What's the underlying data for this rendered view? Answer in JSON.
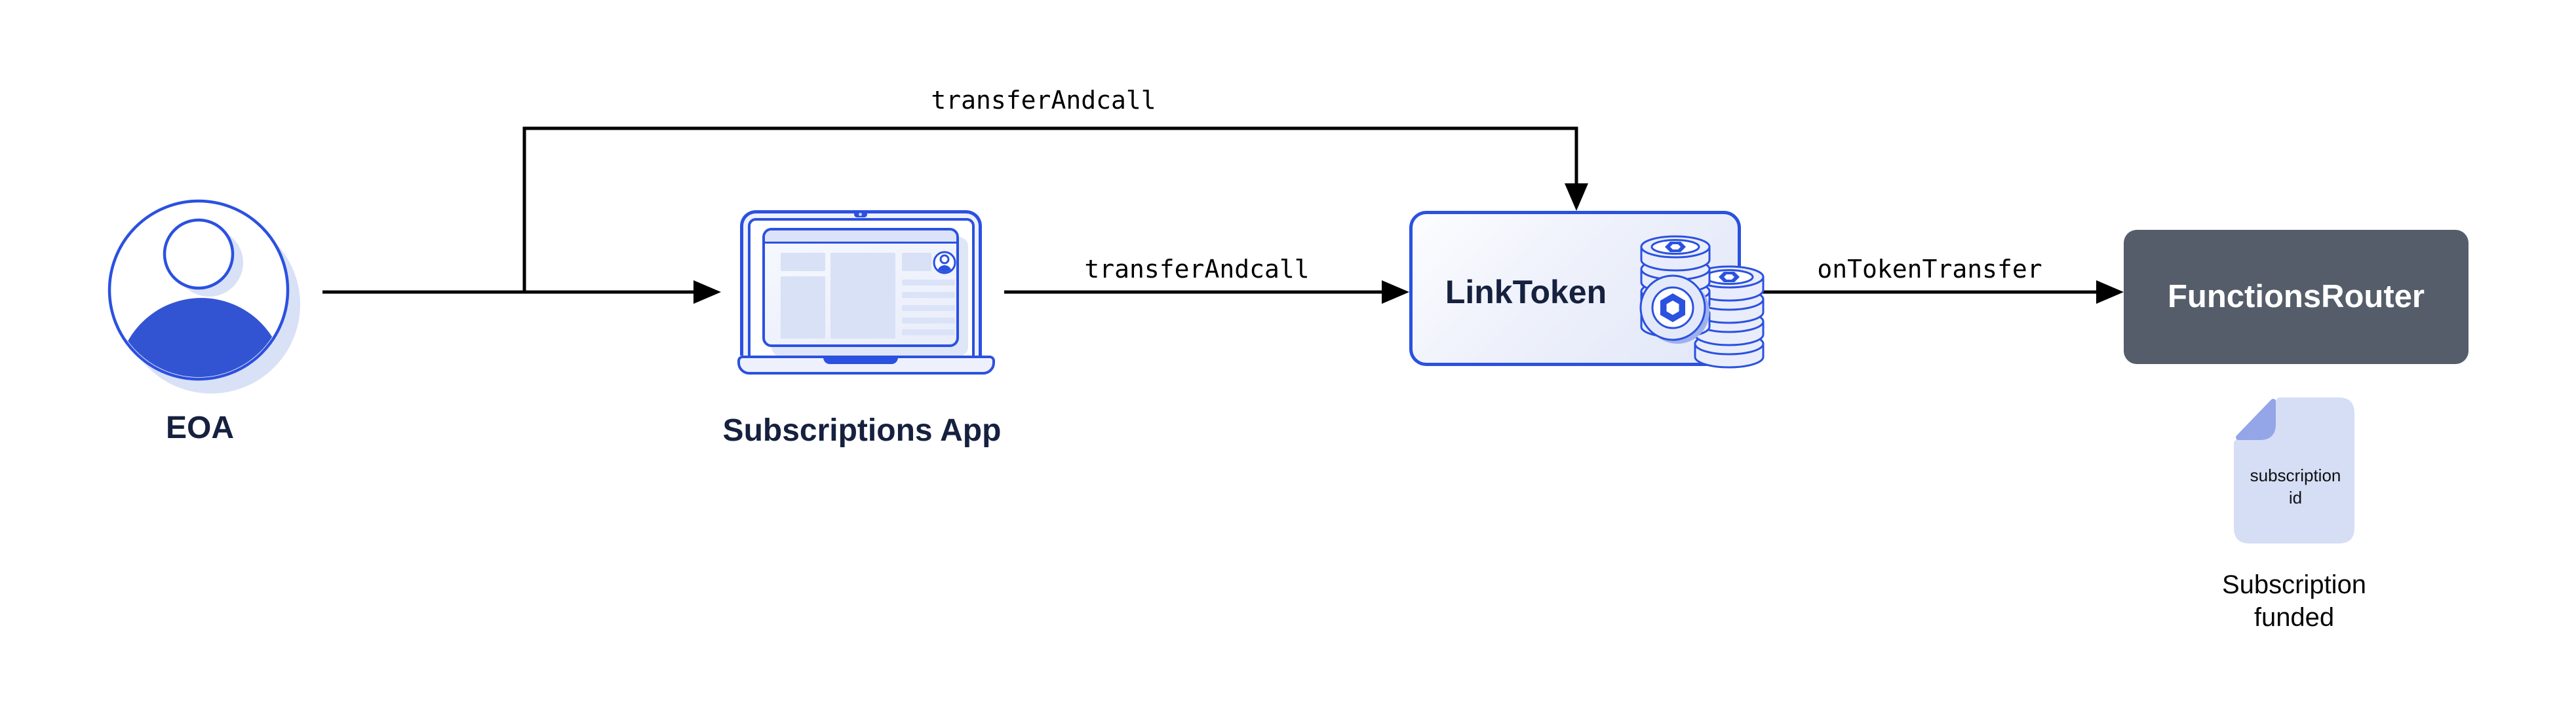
{
  "nodes": {
    "eoa": {
      "label": "EOA"
    },
    "subscriptions_app": {
      "label": "Subscriptions App"
    },
    "link_token": {
      "label": "LinkToken"
    },
    "functions_router": {
      "label": "FunctionsRouter"
    },
    "subscription_document": {
      "line1": "subscription",
      "line2": "id"
    },
    "outcome_caption": {
      "line1": "Subscription",
      "line2": "funded"
    }
  },
  "edges": {
    "eoa_to_linktoken": {
      "label": "transferAndcall"
    },
    "app_to_linktoken": {
      "label": "transferAndcall"
    },
    "linktoken_to_router": {
      "label": "onTokenTransfer"
    }
  },
  "colors": {
    "blue_outline": "#2b51e0",
    "royal_blue": "#3354d2",
    "navy_text": "#16213f",
    "slate_box": "#565d6a",
    "lavender_light": "#eef1fb",
    "lavender_mid": "#d9e1f7",
    "document_fill": "#d5def5",
    "document_fold": "#94a5e8",
    "arrow_black": "#000000",
    "router_text": "#ffffff"
  }
}
